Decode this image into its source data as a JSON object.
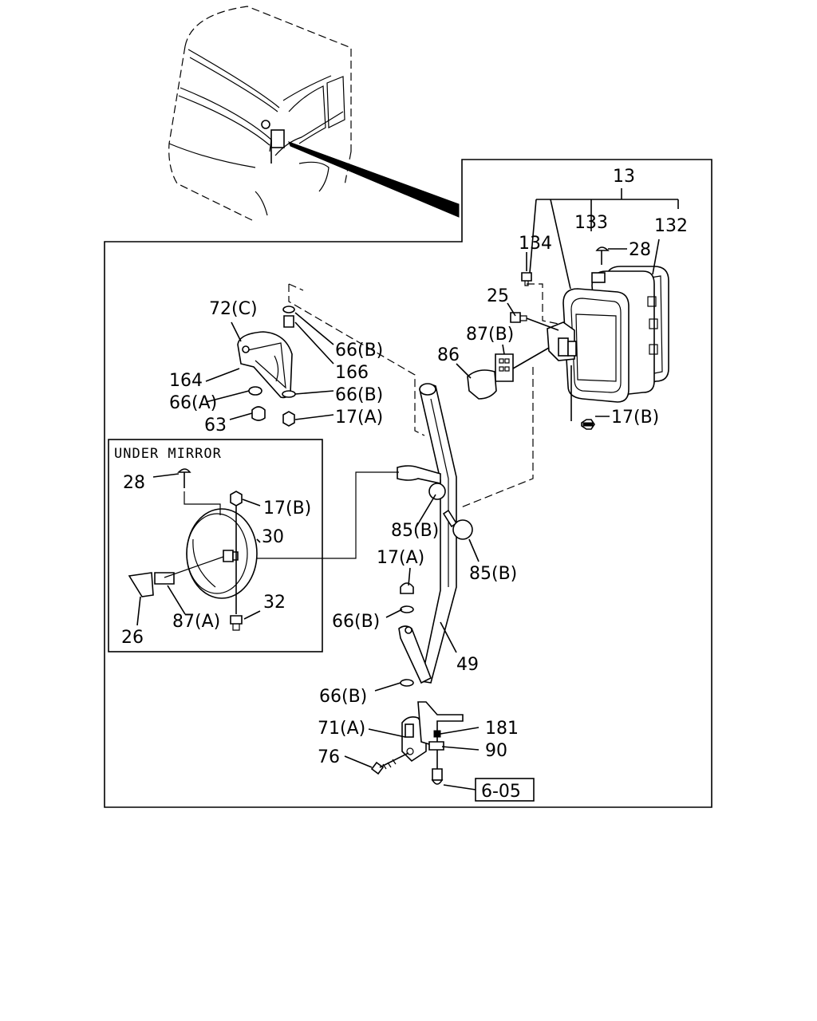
{
  "diagram": {
    "inset_title": "UNDER MIRROR",
    "reference_box": "6-05",
    "labels": {
      "p13": "13",
      "p133": "133",
      "p132": "132",
      "p134": "134",
      "p28_top": "28",
      "p25": "25",
      "p87b": "87(B)",
      "p86": "86",
      "p17b_top": "17(B)",
      "p72c": "72(C)",
      "p164": "164",
      "p66a": "66(A)",
      "p63": "63",
      "p66b_1": "66(B)",
      "p166": "166",
      "p66b_2": "66(B)",
      "p17a_1": "17(A)",
      "p85b_1": "85(B)",
      "p85b_2": "85(B)",
      "p17a_2": "17(A)",
      "p66b_3": "66(B)",
      "p49": "49",
      "p66b_4": "66(B)",
      "p71a": "71(A)",
      "p181": "181",
      "p90": "90",
      "p76": "76",
      "p28_inset": "28",
      "p17b_inset": "17(B)",
      "p30": "30",
      "p32": "32",
      "p87a": "87(A)",
      "p26": "26"
    }
  }
}
